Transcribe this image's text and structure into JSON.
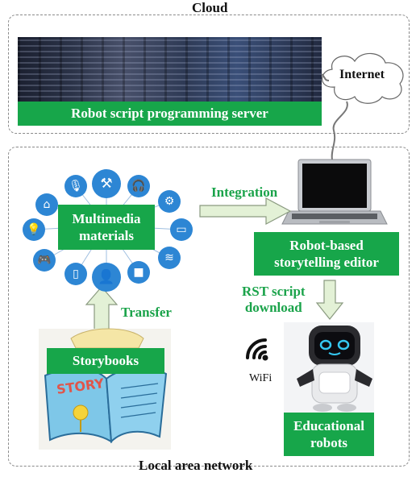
{
  "cloud": {
    "title": "Cloud",
    "server_label": "Robot script programming server"
  },
  "internet": {
    "label": "Internet"
  },
  "lan": {
    "title": "Local area network"
  },
  "multimedia": {
    "label_line1": "Multimedia",
    "label_line2": "materials"
  },
  "integration": {
    "label": "Integration"
  },
  "editor": {
    "label_line1": "Robot-based",
    "label_line2": "storytelling editor"
  },
  "download": {
    "label_line1": "RST script",
    "label_line2": "download"
  },
  "transfer": {
    "label": "Transfer"
  },
  "storybooks": {
    "label": "Storybooks",
    "book_text": "STORY"
  },
  "wifi": {
    "label": "WiFi"
  },
  "robots": {
    "label_line1": "Educational",
    "label_line2": "robots"
  },
  "colors": {
    "green": "#17a64a",
    "icon_blue": "#2d86d4",
    "arrow_fill": "#e3f1d6"
  }
}
